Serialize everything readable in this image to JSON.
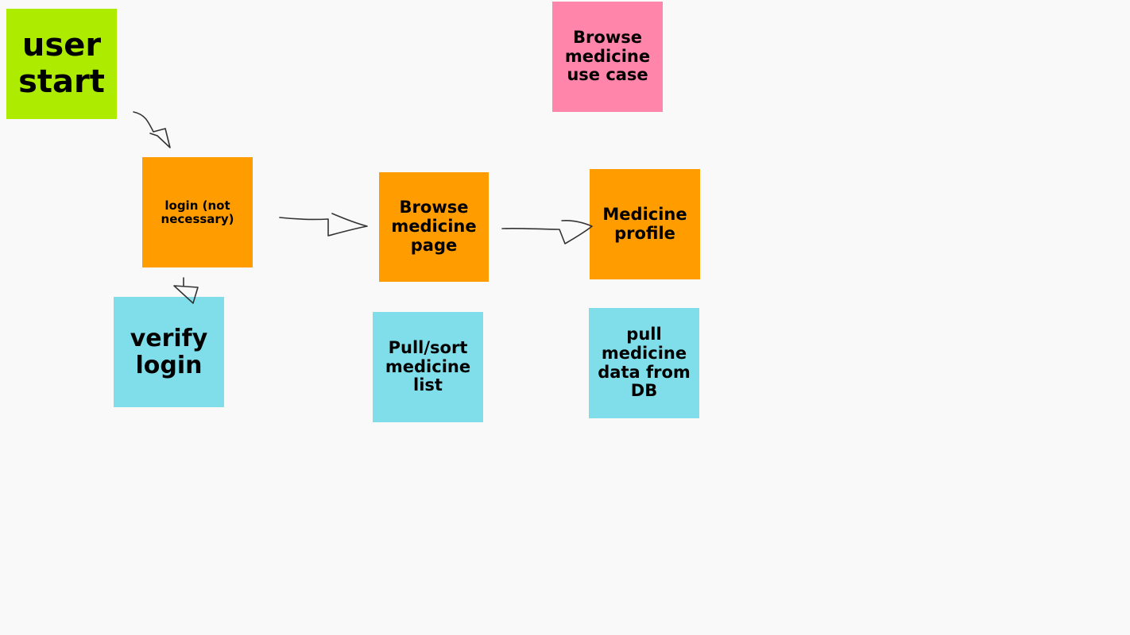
{
  "colors": {
    "canvas": "#f9f9f9",
    "green": "#adec00",
    "orange": "#ff9d00",
    "pink": "#ff85ab",
    "cyan": "#80deea",
    "ink": "#333333"
  },
  "notes": {
    "user_start": "user start",
    "use_case": "Browse medicine use case",
    "login": "login (not necessary)",
    "browse_page": "Browse medicine page",
    "medicine_profile": "Medicine profile",
    "verify_login": "verify login",
    "pull_sort": "Pull/sort medicine list",
    "pull_data": "pull medicine data from DB"
  },
  "connections": [
    {
      "from": "user_start",
      "to": "login"
    },
    {
      "from": "login",
      "to": "browse_page"
    },
    {
      "from": "browse_page",
      "to": "medicine_profile"
    },
    {
      "from": "login",
      "to": "verify_login"
    }
  ]
}
